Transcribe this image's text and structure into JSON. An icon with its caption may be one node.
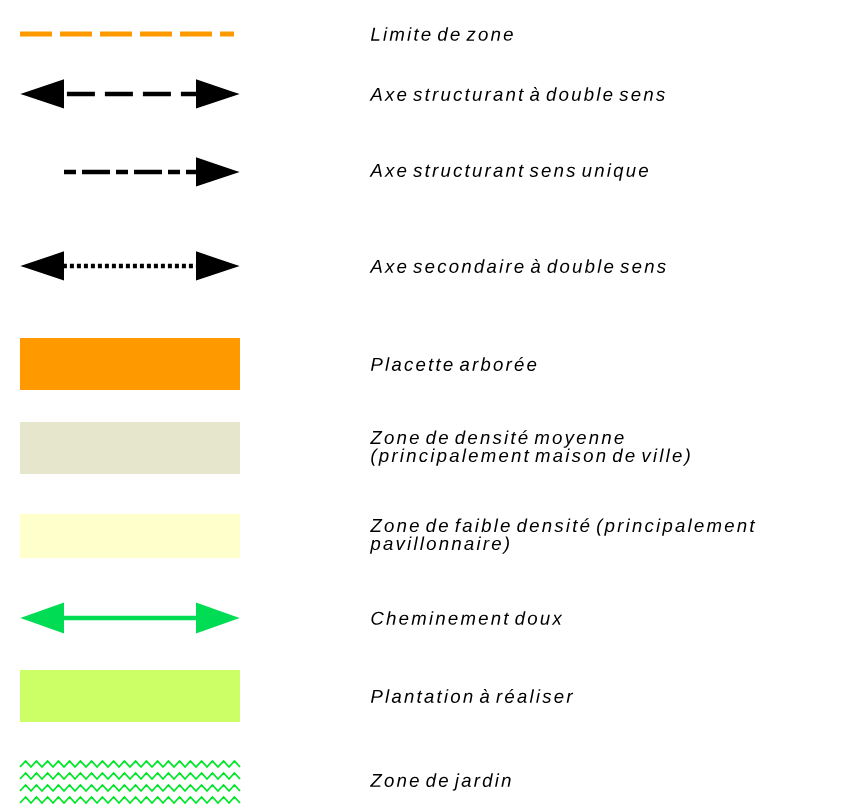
{
  "diagram": {
    "legend": [
      {
        "text": "Limite de zone"
      },
      {
        "text": "Axe structurant à double sens"
      },
      {
        "text": "Axe structurant sens unique"
      },
      {
        "text": "Axe secondaire à double sens"
      },
      {
        "text": "Placette arborée",
        "color": "#ff9900"
      },
      {
        "text": "Zone de densité moyenne (principalement maison de ville)",
        "color": "#e6e6cc"
      },
      {
        "text": "Zone de faible densité (principalement pavillonnaire)",
        "color": "#ffffcc"
      },
      {
        "text": "Cheminement doux"
      },
      {
        "text": "Plantation à réaliser",
        "color": "#ccff66"
      },
      {
        "text": "Zone de jardin"
      }
    ]
  }
}
